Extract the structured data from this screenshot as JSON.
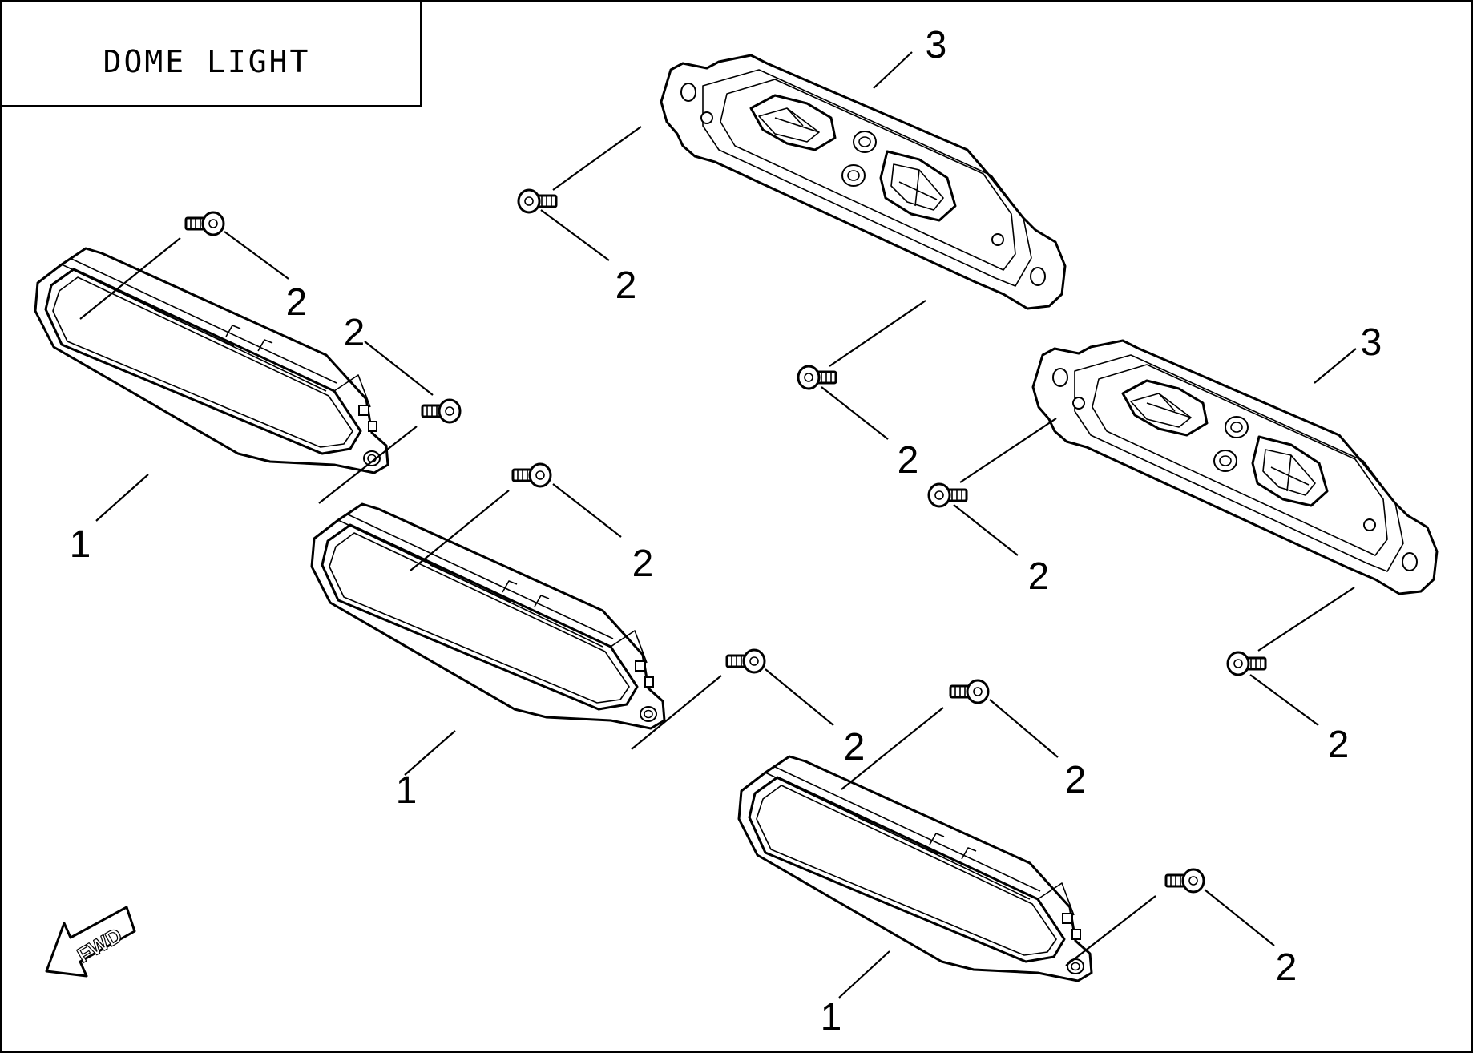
{
  "title": "DOME LIGHT",
  "fwd_label": "FWD",
  "callouts": {
    "lamp_a": "1",
    "lamp_b": "1",
    "lamp_c": "1",
    "screw_a1": "2",
    "screw_a2": "2",
    "screw_b1": "2",
    "screw_b2": "2",
    "screw_c1": "2",
    "screw_c2": "2",
    "screw_d1": "2",
    "screw_d2": "2",
    "screw_e1": "2",
    "screw_e2": "2",
    "bracket_a": "3",
    "bracket_b": "3"
  },
  "colors": {
    "line": "#000000",
    "background": "#ffffff"
  }
}
